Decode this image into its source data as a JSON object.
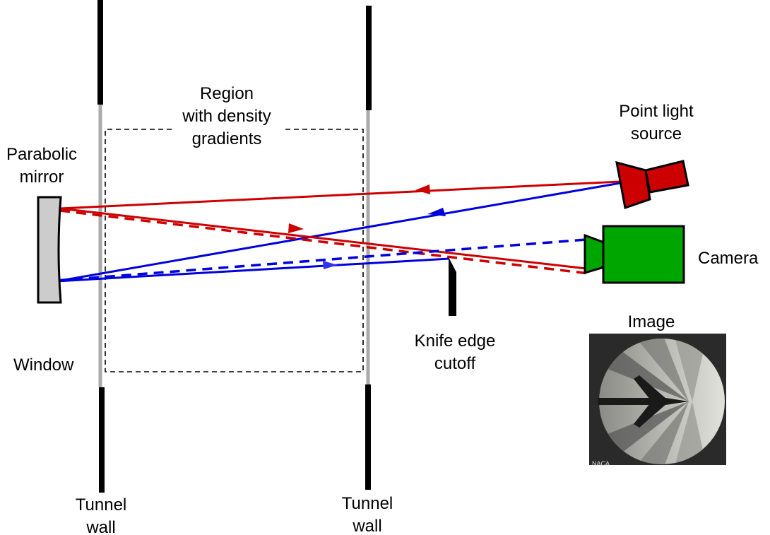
{
  "title": "Schlieren photography setup",
  "labels": {
    "region": [
      "Region",
      "with density",
      "gradients"
    ],
    "parabolic_mirror": [
      "Parabolic",
      "mirror"
    ],
    "point_light_source": [
      "Point light",
      "source"
    ],
    "camera": "Camera",
    "knife_edge": [
      "Knife edge",
      "cutoff"
    ],
    "image": "Image",
    "window": "Window",
    "tunnel_wall_left": [
      "Tunnel",
      "wall"
    ],
    "tunnel_wall_right": [
      "Tunnel",
      "wall"
    ],
    "image_stamp": "NACA"
  },
  "colors": {
    "red_ray": "#cc0000",
    "blue_ray": "#0000dd",
    "blue_arrow": "#3333ee",
    "light_source_fill": "#cc0000",
    "camera_fill": "#00a600",
    "mirror_fill": "#cccccc",
    "window": "#aaaaaa",
    "wall": "#000000"
  },
  "rays": [
    {
      "name": "red-incident-ray",
      "color": "red",
      "style": "solid",
      "direction": "source-to-mirror"
    },
    {
      "name": "blue-incident-ray",
      "color": "blue",
      "style": "solid",
      "direction": "source-to-mirror"
    },
    {
      "name": "red-reflected-ray",
      "color": "red",
      "style": "solid",
      "direction": "mirror-to-camera"
    },
    {
      "name": "red-deflected-ray",
      "color": "red",
      "style": "dashed",
      "direction": "mirror-to-camera"
    },
    {
      "name": "blue-reflected-ray",
      "color": "blue",
      "style": "solid",
      "direction": "mirror-to-knife-edge"
    },
    {
      "name": "blue-deflected-ray",
      "color": "blue",
      "style": "dashed",
      "direction": "mirror-to-camera"
    }
  ]
}
